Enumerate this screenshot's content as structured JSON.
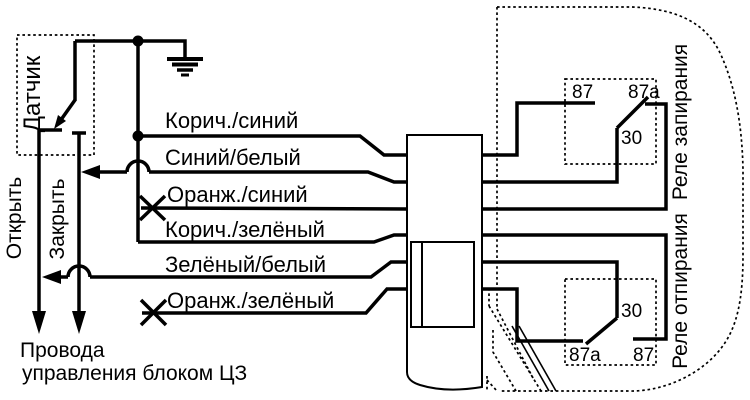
{
  "diagram": {
    "title_semantic": "central-lock wiring diagram",
    "background": "#ffffff",
    "line_color": "#000000",
    "sensor": {
      "label": "Датчик"
    },
    "icons": {
      "ground": "earth-ground-icon",
      "junction": "junction-dot",
      "cut": "x-cut-mark",
      "hop": "wire-hop-arc"
    },
    "control_wires": {
      "open_label": "Открыть",
      "close_label": "Закрыть",
      "caption_line1": "Провода",
      "caption_line2": "управления блоком ЦЗ"
    },
    "wires": [
      {
        "label": "Корич./синий"
      },
      {
        "label": "Синий/белый"
      },
      {
        "label": "Оранж./синий",
        "crossed": true
      },
      {
        "label": "Корич./зелёный"
      },
      {
        "label": "Зелёный/белый"
      },
      {
        "label": "Оранж./зелёный",
        "crossed": true
      }
    ],
    "relays": [
      {
        "name": "Реле запирания",
        "terminal_87": "87",
        "terminal_87a": "87а",
        "terminal_30": "30"
      },
      {
        "name": "Реле отпирания",
        "terminal_87": "87",
        "terminal_87a": "87а",
        "terminal_30": "30"
      }
    ]
  }
}
